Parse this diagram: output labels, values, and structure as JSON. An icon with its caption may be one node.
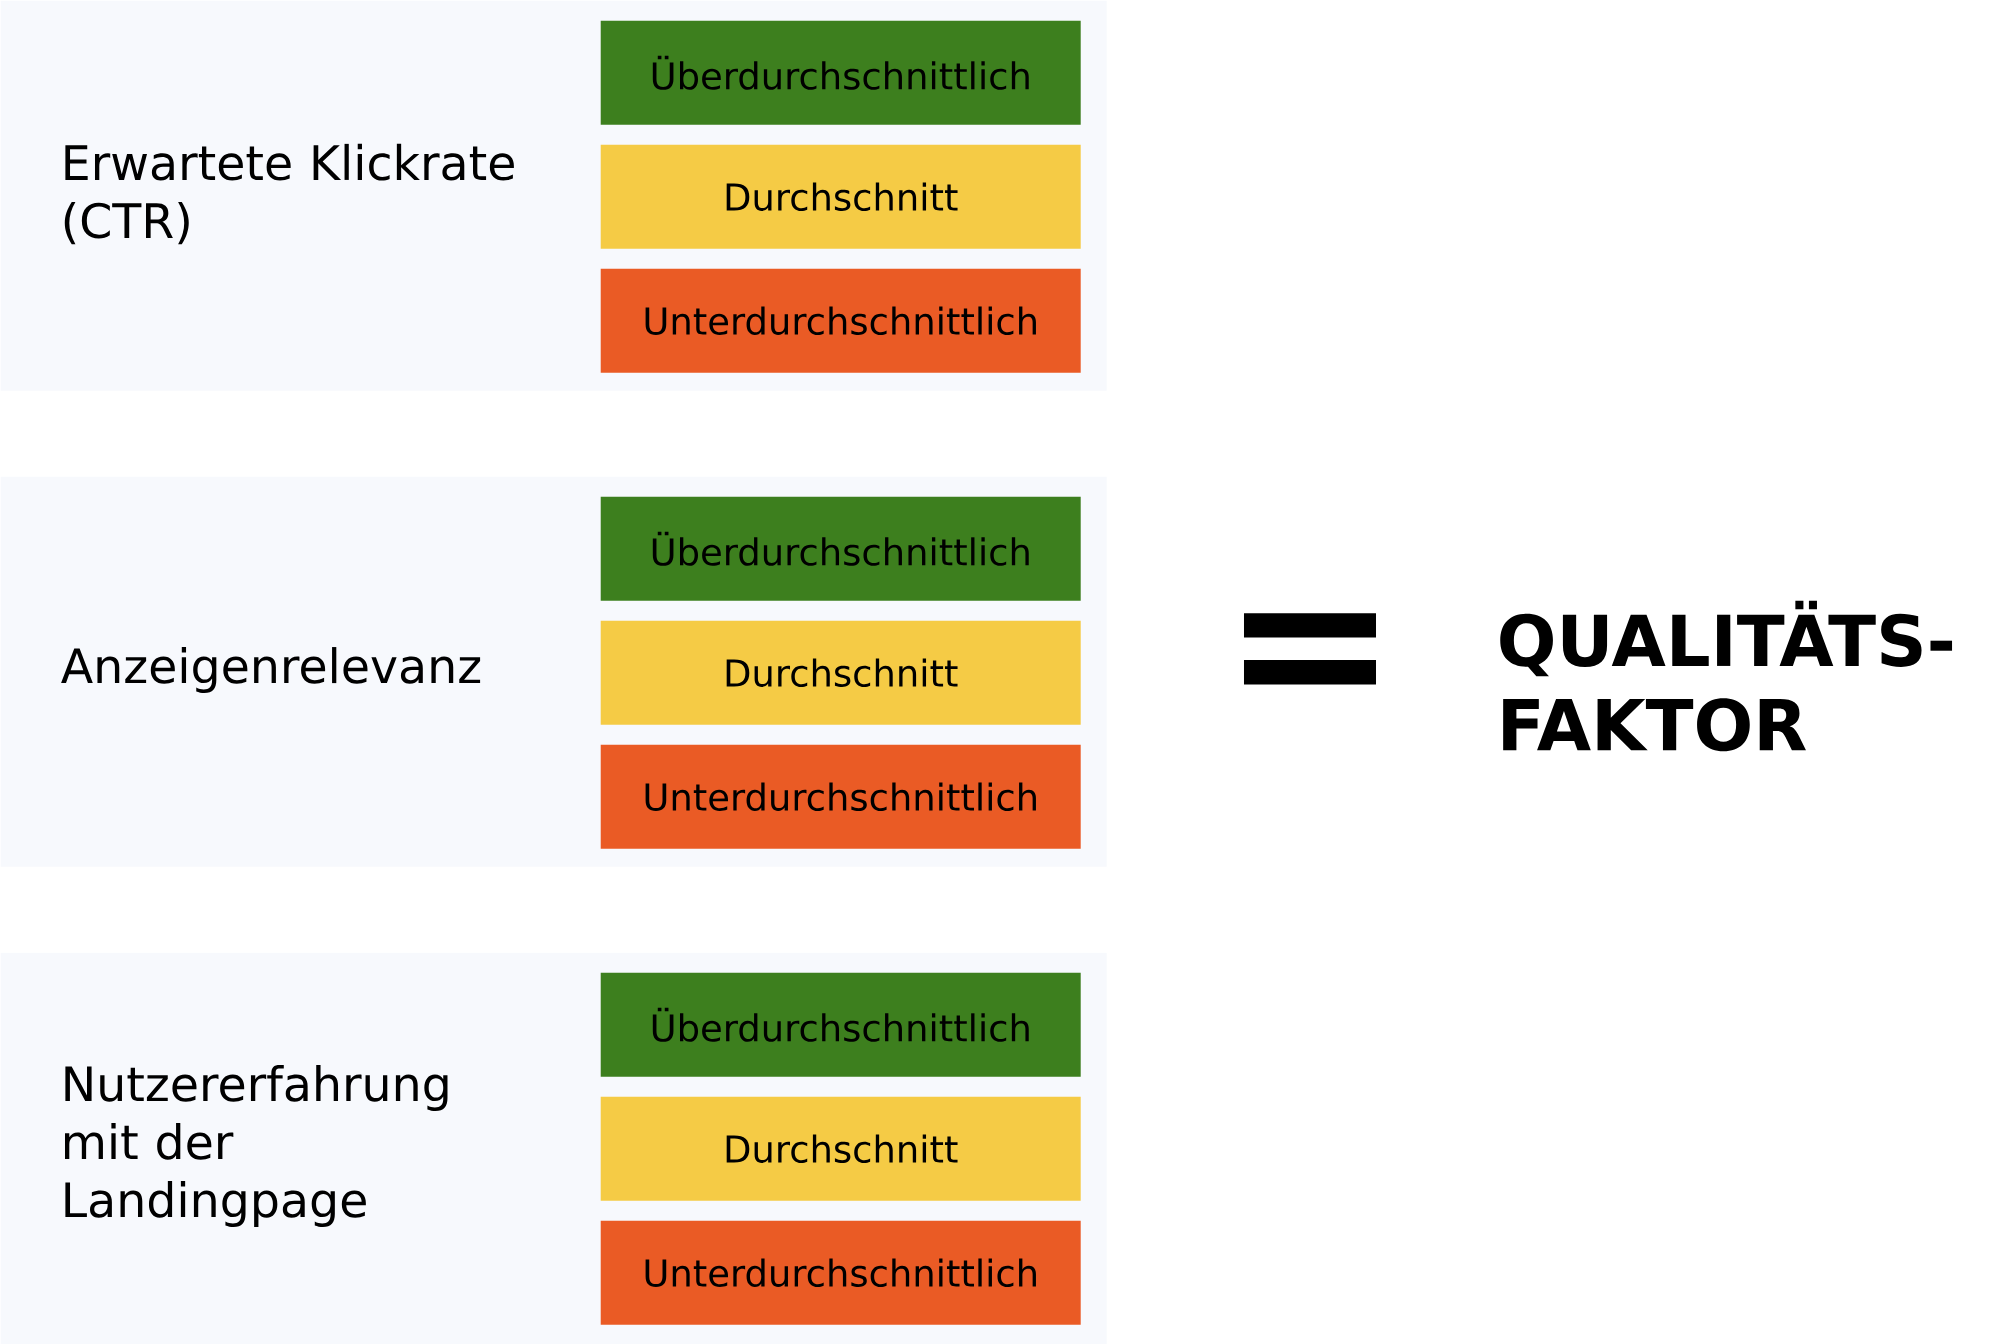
{
  "diagram": {
    "nodes": [
      {
        "text": [
          "Erwartete Klickrate (CTR)"
        ]
      },
      {
        "text": [
          "Überdurchschnittlich"
        ],
        "in": 0
      },
      {
        "text": [
          "Durchschnitt"
        ],
        "in": 0
      },
      {
        "text": [
          "Unterdurchschnittlich"
        ],
        "in": 0
      },
      {
        "text": [
          "Anzeigenrelevanz"
        ]
      },
      {
        "text": [
          "Überdurchschnittlich"
        ],
        "in": 4
      },
      {
        "text": [
          "Durchschnitt"
        ],
        "in": 4
      },
      {
        "text": [
          "Unterdurchschnittlich"
        ],
        "in": 4
      },
      {
        "text": [
          "Nutzererfahrung mit der Landingpage"
        ]
      },
      {
        "text": [
          "Überdurchschnittlich"
        ],
        "in": 8
      },
      {
        "text": [
          "Durchschnitt"
        ],
        "in": 8
      },
      {
        "text": [
          "Unterdurchschnittlich"
        ],
        "in": 8
      }
    ],
    "edges": [],
    "labels": [
      "=",
      "QUALITÄTS- FAKTOR"
    ]
  }
}
